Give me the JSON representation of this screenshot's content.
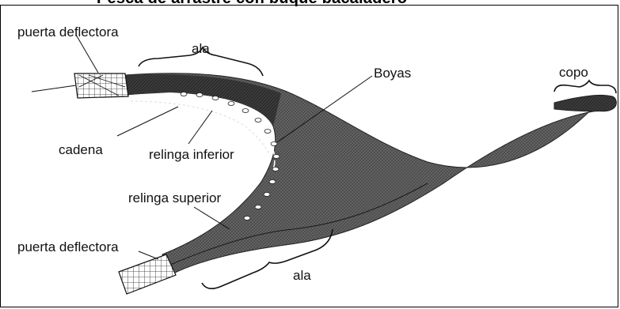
{
  "cut_title": "Pesca de arrastre con buque bacaladero",
  "labels": {
    "puerta_deflectora_top": "puerta deflectora",
    "ala_top": "ala",
    "boyas": "Boyas",
    "copo": "copo",
    "cadena": "cadena",
    "relinga_inferior": "relinga inferior",
    "relinga_superior": "relinga superior",
    "puerta_deflectora_bottom": "puerta deflectora",
    "ala_bottom": "ala"
  },
  "colors": {
    "net": "#4a4a4a",
    "net_dark": "#2e2e2e",
    "mesh_light": "#8a8a8a",
    "background": "#ffffff",
    "line": "#000000"
  }
}
